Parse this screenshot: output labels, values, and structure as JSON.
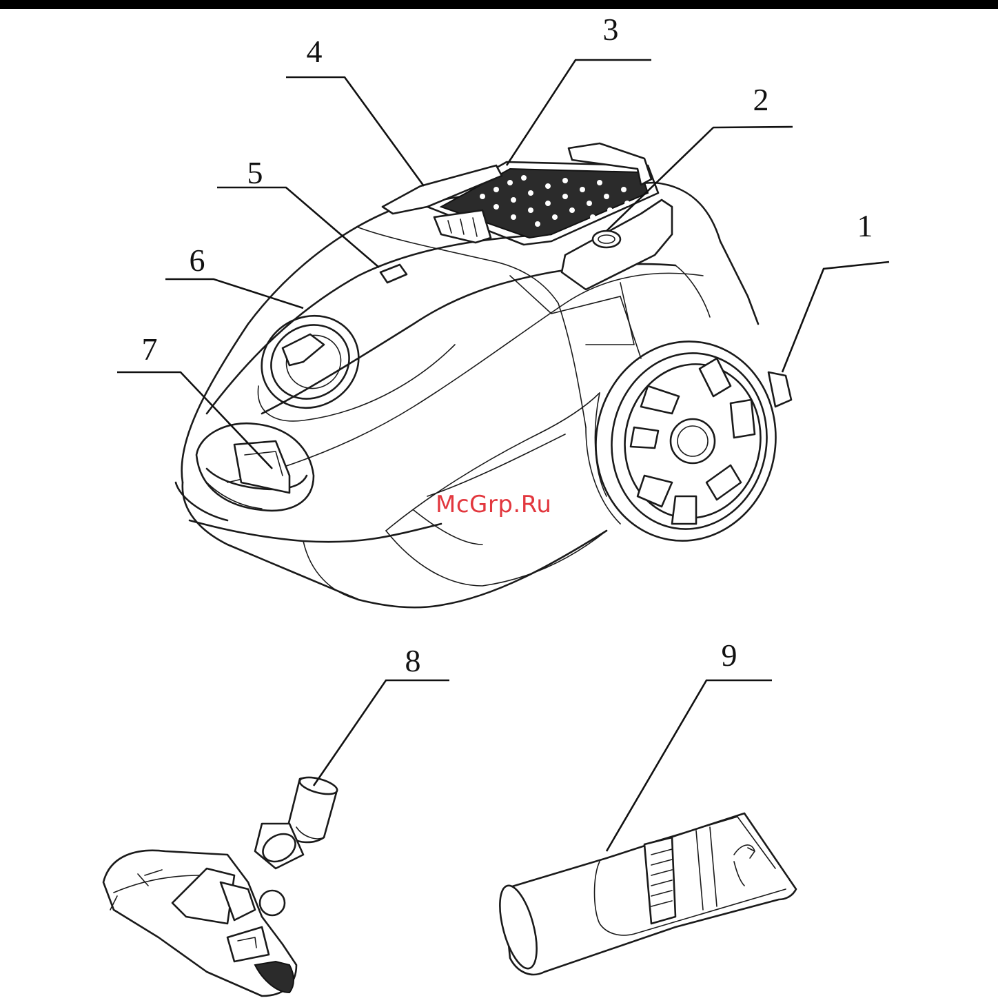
{
  "callouts": [
    {
      "number": "1",
      "part": "wheel"
    },
    {
      "number": "2",
      "part": "power-button"
    },
    {
      "number": "3",
      "part": "exhaust-filter-grille"
    },
    {
      "number": "4",
      "part": "cord-rewind-button"
    },
    {
      "number": "5",
      "part": "dust-bag-indicator"
    },
    {
      "number": "6",
      "part": "dust-compartment-lid"
    },
    {
      "number": "7",
      "part": "hose-inlet"
    },
    {
      "number": "8",
      "part": "floor-brush"
    },
    {
      "number": "9",
      "part": "crevice-tool"
    }
  ],
  "watermark": "McGrp.Ru",
  "colors": {
    "line": "#1a1a1a",
    "watermark": "#e2373e",
    "background": "#ffffff"
  }
}
